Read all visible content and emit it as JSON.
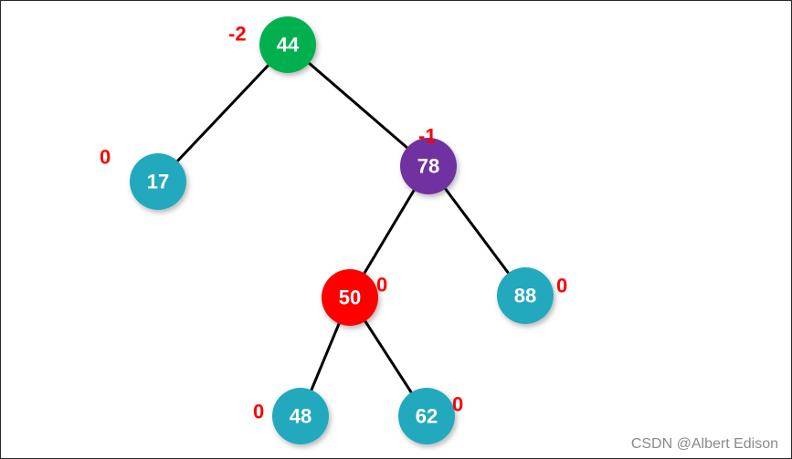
{
  "tree": {
    "nodes": [
      {
        "id": "n44",
        "label": "44",
        "balance_factor": "-2",
        "color": "#00b050"
      },
      {
        "id": "n17",
        "label": "17",
        "balance_factor": "0",
        "color": "#23a9bd"
      },
      {
        "id": "n78",
        "label": "78",
        "balance_factor": "-1",
        "color": "#7030a0"
      },
      {
        "id": "n50",
        "label": "50",
        "balance_factor": "0",
        "color": "#ff0000"
      },
      {
        "id": "n88",
        "label": "88",
        "balance_factor": "0",
        "color": "#23a9bd"
      },
      {
        "id": "n48",
        "label": "48",
        "balance_factor": "0",
        "color": "#23a9bd"
      },
      {
        "id": "n62",
        "label": "62",
        "balance_factor": "0",
        "color": "#23a9bd"
      }
    ],
    "edges": [
      {
        "from": "n44",
        "to": "n17"
      },
      {
        "from": "n44",
        "to": "n78"
      },
      {
        "from": "n78",
        "to": "n50"
      },
      {
        "from": "n78",
        "to": "n88"
      },
      {
        "from": "n50",
        "to": "n48"
      },
      {
        "from": "n50",
        "to": "n62"
      }
    ],
    "edge_color": "#000000",
    "balance_factor_color": "#ff0000"
  },
  "watermark": "CSDN @Albert Edison"
}
